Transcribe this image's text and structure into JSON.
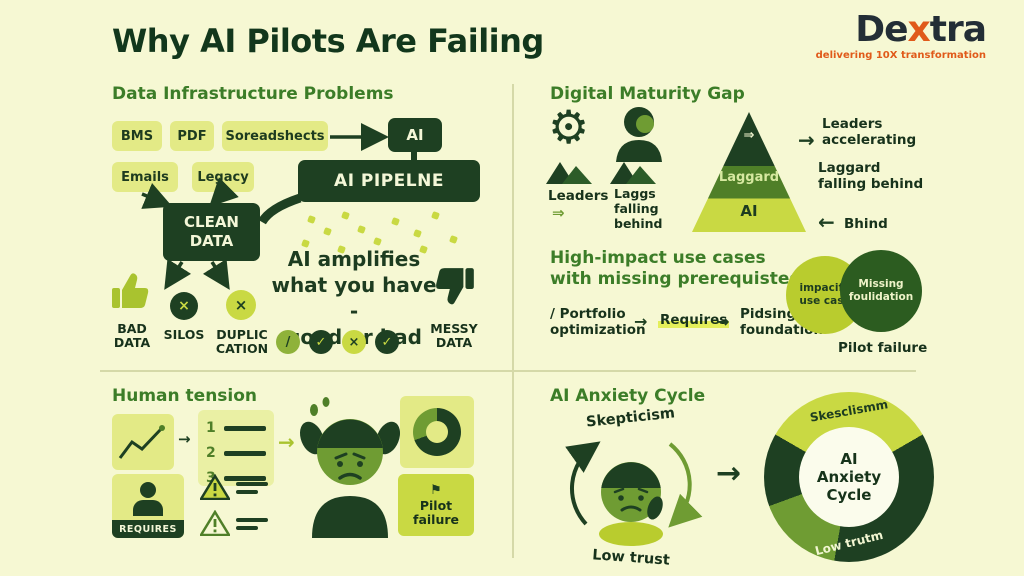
{
  "header": {
    "title": "Why AI Pilots Are Failing",
    "brand": {
      "pre": "De",
      "x": "x",
      "post": "tra",
      "tagline": "delivering 10X transformation"
    }
  },
  "icons": {
    "gear": "⚙",
    "arrow_right": "→",
    "arrow_left": "←",
    "double_arrow": "⇒",
    "check": "✓",
    "slash": "/",
    "cross": "×",
    "flag": "⚑"
  },
  "q1": {
    "heading": "Data Infrastructure Problems",
    "sources": [
      "BMS",
      "PDF",
      "Soreadshects",
      "Emails",
      "Legacy"
    ],
    "ai_box": "AI",
    "pipeline": "AI PIPELNE",
    "clean": "CLEAN\nDATA",
    "amplify": "AI amplifies\nwhat you have -\ngood or bad",
    "labels": {
      "bad": "BAD\nDATA",
      "silos": "SILOS",
      "dup": "DUPLIC\nCATION",
      "messy": "MESSY\nDATA"
    }
  },
  "q2": {
    "heading": "Digital Maturity Gap",
    "leaders_label": "Leaders",
    "laggards_label": "Laggs\nfalling\nbehind",
    "pyramid": {
      "mid": "Laggard",
      "base": "AI"
    },
    "notes": {
      "accelerating": "Leaders\naccelerating",
      "falling": "Laggard\nfalling behind",
      "behind": "Bhind"
    },
    "subheading": "High-impact use cases\nwith missing prerequistes",
    "flow": {
      "portfolio": "/ Portfolio\noptimization",
      "requires": "Requires",
      "missing": "Pidsing\nfoundation"
    },
    "venn": {
      "left": "impacifu\nuse case",
      "right": "Missing\nfoulidation",
      "caption": "Pilot failure"
    }
  },
  "q3": {
    "heading": "Human tension",
    "list_nums": [
      "1",
      "2",
      "3"
    ],
    "requires_label": "REQUIRES",
    "pilot_label": "Pilot\nfailure"
  },
  "q4": {
    "heading": "AI Anxiety Cycle",
    "skepticism": "Skepticism",
    "low_trust": "Low trust",
    "ring_center": "AI\nAnxiety\nCycle",
    "ring_top": "Skesclismm",
    "ring_bottom": "Low trutm"
  }
}
